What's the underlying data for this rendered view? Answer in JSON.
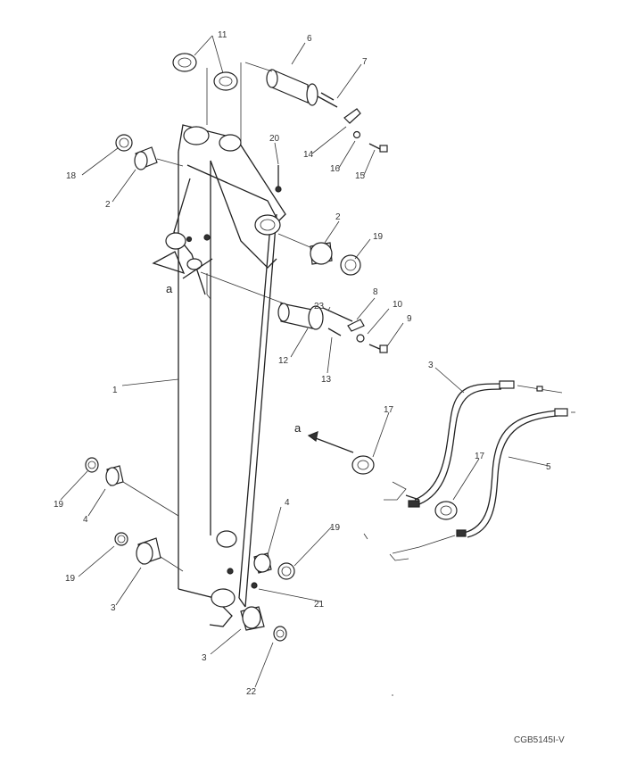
{
  "labels": {
    "p1": "1",
    "p2a": "2",
    "p2b": "2",
    "p3a": "3",
    "p3b": "3",
    "p4a": "4",
    "p4b": "4",
    "p5": "5",
    "p6": "6",
    "p7": "7",
    "p8": "8",
    "p9": "9",
    "p10": "10",
    "p11": "11",
    "p12": "12",
    "p13": "13",
    "p14": "14",
    "p15": "15",
    "p16": "16",
    "p17a": "17",
    "p17b": "17",
    "p18": "18",
    "p19a": "19",
    "p19b": "19",
    "p19c": "19",
    "p19d": "19",
    "p20": "20",
    "p21": "21",
    "p22": "22",
    "p23": "23",
    "view_a_top": "a",
    "view_a_mid": "a"
  },
  "drawing_code": "CGB5145I-V"
}
